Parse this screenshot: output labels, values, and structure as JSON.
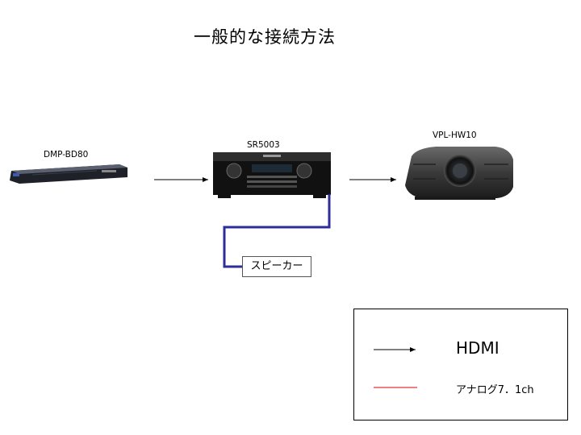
{
  "title": "一般的な接続方法",
  "devices": {
    "player": {
      "label": "DMP-BD80"
    },
    "receiver": {
      "label": "SR5003"
    },
    "projector": {
      "label": "VPL-HW10"
    }
  },
  "speaker": {
    "label": "スピーカー"
  },
  "legend": {
    "hdmi": {
      "label": "HDMI",
      "color": "#000000"
    },
    "analog": {
      "label": "アナログ7．1ch",
      "color": "#e00000"
    }
  },
  "colors": {
    "speaker_wire": "#2e2e9a"
  }
}
